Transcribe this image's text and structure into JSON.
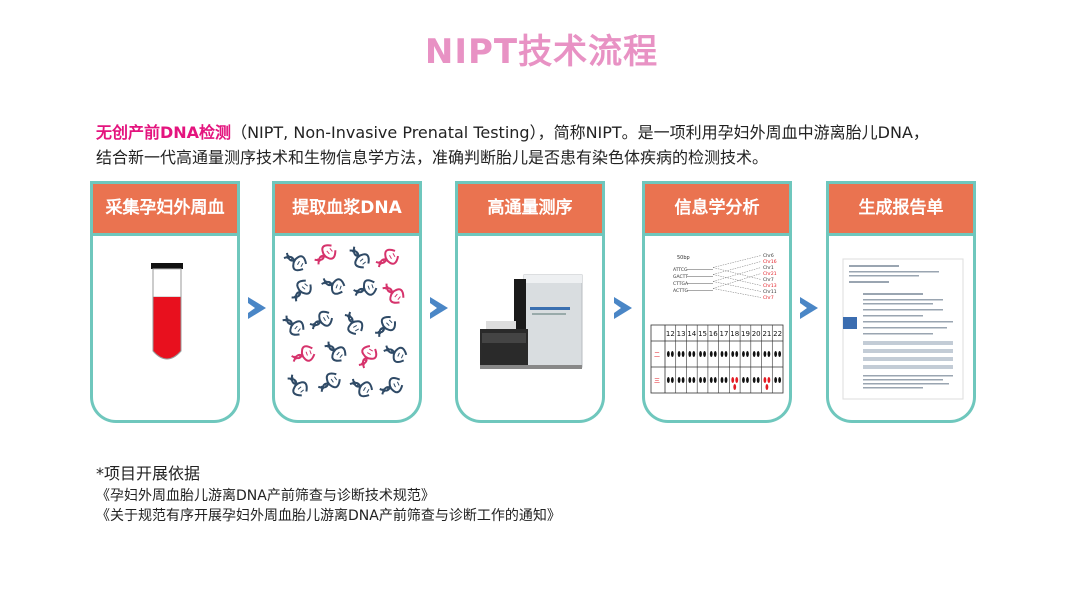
{
  "title": "NIPT技术流程",
  "intro": {
    "highlight": "无创产前DNA检测",
    "line1_rest": "（NIPT, Non-Invasive Prenatal Testing），简称NIPT。是一项利用孕妇外周血中游离胎儿DNA，",
    "line2": "结合新一代高通量测序技术和生物信息学方法，准确判断胎儿是否患有染色体疾病的检测技术。"
  },
  "steps": [
    {
      "label": "采集孕妇外周血",
      "icon": "blood-tube-icon"
    },
    {
      "label": "提取血浆DNA",
      "icon": "dna-strands-icon"
    },
    {
      "label": "高通量测序",
      "icon": "sequencer-icon"
    },
    {
      "label": "信息学分析",
      "icon": "chromosome-analysis-icon"
    },
    {
      "label": "生成报告单",
      "icon": "report-document-icon"
    }
  ],
  "analysis": {
    "bp_label": "50bp",
    "reads": [
      "ATTCG",
      "GACTT",
      "CTTGA",
      "ACTTG"
    ],
    "chr_labels": [
      "Chr6",
      "Chr16",
      "Chr1",
      "Chr21",
      "Chr7",
      "Chr13",
      "Chr11",
      "Chr7"
    ],
    "columns": [
      "12",
      "13",
      "14",
      "15",
      "16",
      "17",
      "18",
      "19",
      "20",
      "21",
      "22"
    ]
  },
  "notes": {
    "heading": "*项目开展依据",
    "items": [
      "《孕妇外周血胎儿游离DNA产前筛查与诊断技术规范》",
      "《关于规范有序开展孕妇外周血胎儿游离DNA产前筛查与诊断工作的通知》"
    ]
  },
  "colors": {
    "title": "#e892c4",
    "highlight": "#e4147e",
    "card_header": "#ea7350",
    "card_border": "#6fc7bd",
    "arrow": "#4a86c6",
    "blood": "#e8101e"
  }
}
